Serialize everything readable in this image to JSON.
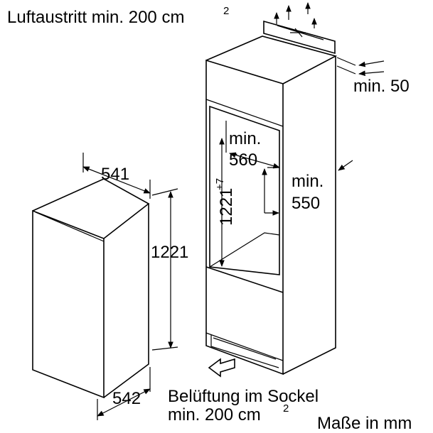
{
  "labels": {
    "air_outlet": "Luftaustritt min. 200 cm",
    "air_outlet_sup": "2",
    "top_gap": "min. 50",
    "niche_depth_min": "min.",
    "niche_depth_val": "560",
    "niche_height": "1221",
    "niche_height_tol": "+7",
    "niche_width_min": "min.",
    "niche_width_val": "550",
    "appliance_depth": "541",
    "appliance_height": "1221",
    "appliance_width": "542",
    "ventilation_line1": "Belüftung im Sockel",
    "ventilation_line2": "min. 200 cm",
    "ventilation_sup": "2",
    "units": "Maße in mm"
  },
  "colors": {
    "line": "#000000",
    "background": "#ffffff"
  }
}
